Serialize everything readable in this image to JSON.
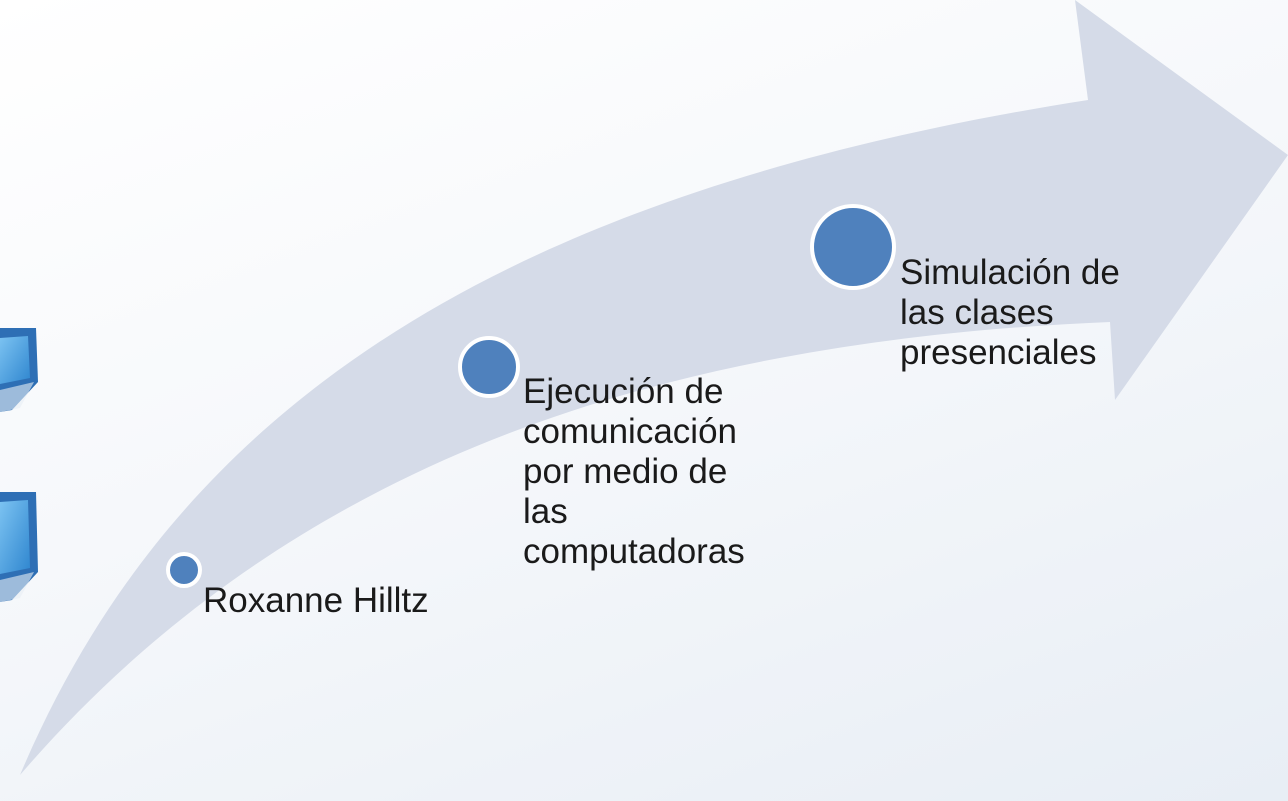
{
  "timeline": {
    "steps": [
      {
        "label": "Roxanne Hilltz"
      },
      {
        "label": "Ejecución de\ncomunicación\npor medio de\nlas\ncomputadoras"
      },
      {
        "label": "Simulación de\nlas clases\npresenciales"
      }
    ]
  },
  "colors": {
    "arrow": "#d5dbe8",
    "node_fill": "#4f81bd",
    "node_stroke": "#ffffff",
    "monitor_frame": "#2e6fb5",
    "monitor_screen": "#4aa9e8"
  },
  "icons": [
    "computer-monitor-icon",
    "computer-monitor-icon"
  ]
}
